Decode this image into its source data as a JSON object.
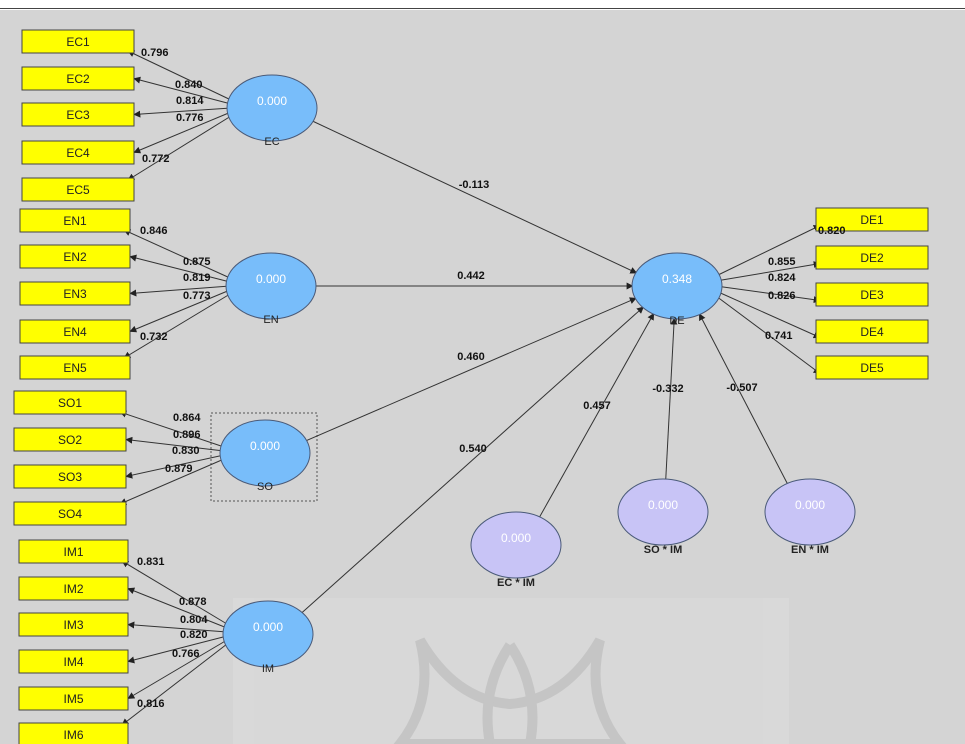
{
  "colors": {
    "canvas": "#d4d4d4",
    "indicator_fill": "#ffff00",
    "construct_fill": "#78bdfa",
    "moderator_fill": "#c8c4f6",
    "line": "#333333"
  },
  "constructs": {
    "EC": {
      "label": "EC",
      "r2": "0.000"
    },
    "EN": {
      "label": "EN",
      "r2": "0.000"
    },
    "SO": {
      "label": "SO",
      "r2": "0.000"
    },
    "IM": {
      "label": "IM",
      "r2": "0.000"
    },
    "DE": {
      "label": "DE",
      "r2": "0.348"
    },
    "ECxIM": {
      "label": "EC * IM",
      "r2": "0.000"
    },
    "SOxIM": {
      "label": "SO * IM",
      "r2": "0.000"
    },
    "ENxIM": {
      "label": "EN * IM",
      "r2": "0.000"
    }
  },
  "indicators": {
    "EC": [
      {
        "label": "EC1",
        "loading": "0.796"
      },
      {
        "label": "EC2",
        "loading": "0.840"
      },
      {
        "label": "EC3",
        "loading": "0.814"
      },
      {
        "label": "EC4",
        "loading": "0.776"
      },
      {
        "label": "EC5",
        "loading": "0.772"
      }
    ],
    "EN": [
      {
        "label": "EN1",
        "loading": "0.846"
      },
      {
        "label": "EN2",
        "loading": "0.875"
      },
      {
        "label": "EN3",
        "loading": "0.819"
      },
      {
        "label": "EN4",
        "loading": "0.773"
      },
      {
        "label": "EN5",
        "loading": "0.732"
      }
    ],
    "SO": [
      {
        "label": "SO1",
        "loading": "0.864"
      },
      {
        "label": "SO2",
        "loading": "0.896"
      },
      {
        "label": "SO3",
        "loading": "0.830"
      },
      {
        "label": "SO4",
        "loading": "0.879"
      }
    ],
    "IM": [
      {
        "label": "IM1",
        "loading": "0.831"
      },
      {
        "label": "IM2",
        "loading": "0.878"
      },
      {
        "label": "IM3",
        "loading": "0.804"
      },
      {
        "label": "IM4",
        "loading": "0.820"
      },
      {
        "label": "IM5",
        "loading": "0.766"
      },
      {
        "label": "IM6",
        "loading": "0.816"
      }
    ],
    "DE": [
      {
        "label": "DE1",
        "loading": "0.820"
      },
      {
        "label": "DE2",
        "loading": "0.855"
      },
      {
        "label": "DE3",
        "loading": "0.824"
      },
      {
        "label": "DE4",
        "loading": "0.826"
      },
      {
        "label": "DE5",
        "loading": "0.741"
      }
    ]
  },
  "paths": [
    {
      "from": "EC",
      "to": "DE",
      "coef": "-0.113"
    },
    {
      "from": "EN",
      "to": "DE",
      "coef": "0.442"
    },
    {
      "from": "SO",
      "to": "DE",
      "coef": "0.460"
    },
    {
      "from": "IM",
      "to": "DE",
      "coef": "0.540"
    },
    {
      "from": "ECxIM",
      "to": "DE",
      "coef": "0.457"
    },
    {
      "from": "SOxIM",
      "to": "DE",
      "coef": "-0.332"
    },
    {
      "from": "ENxIM",
      "to": "DE",
      "coef": "-0.507"
    }
  ]
}
